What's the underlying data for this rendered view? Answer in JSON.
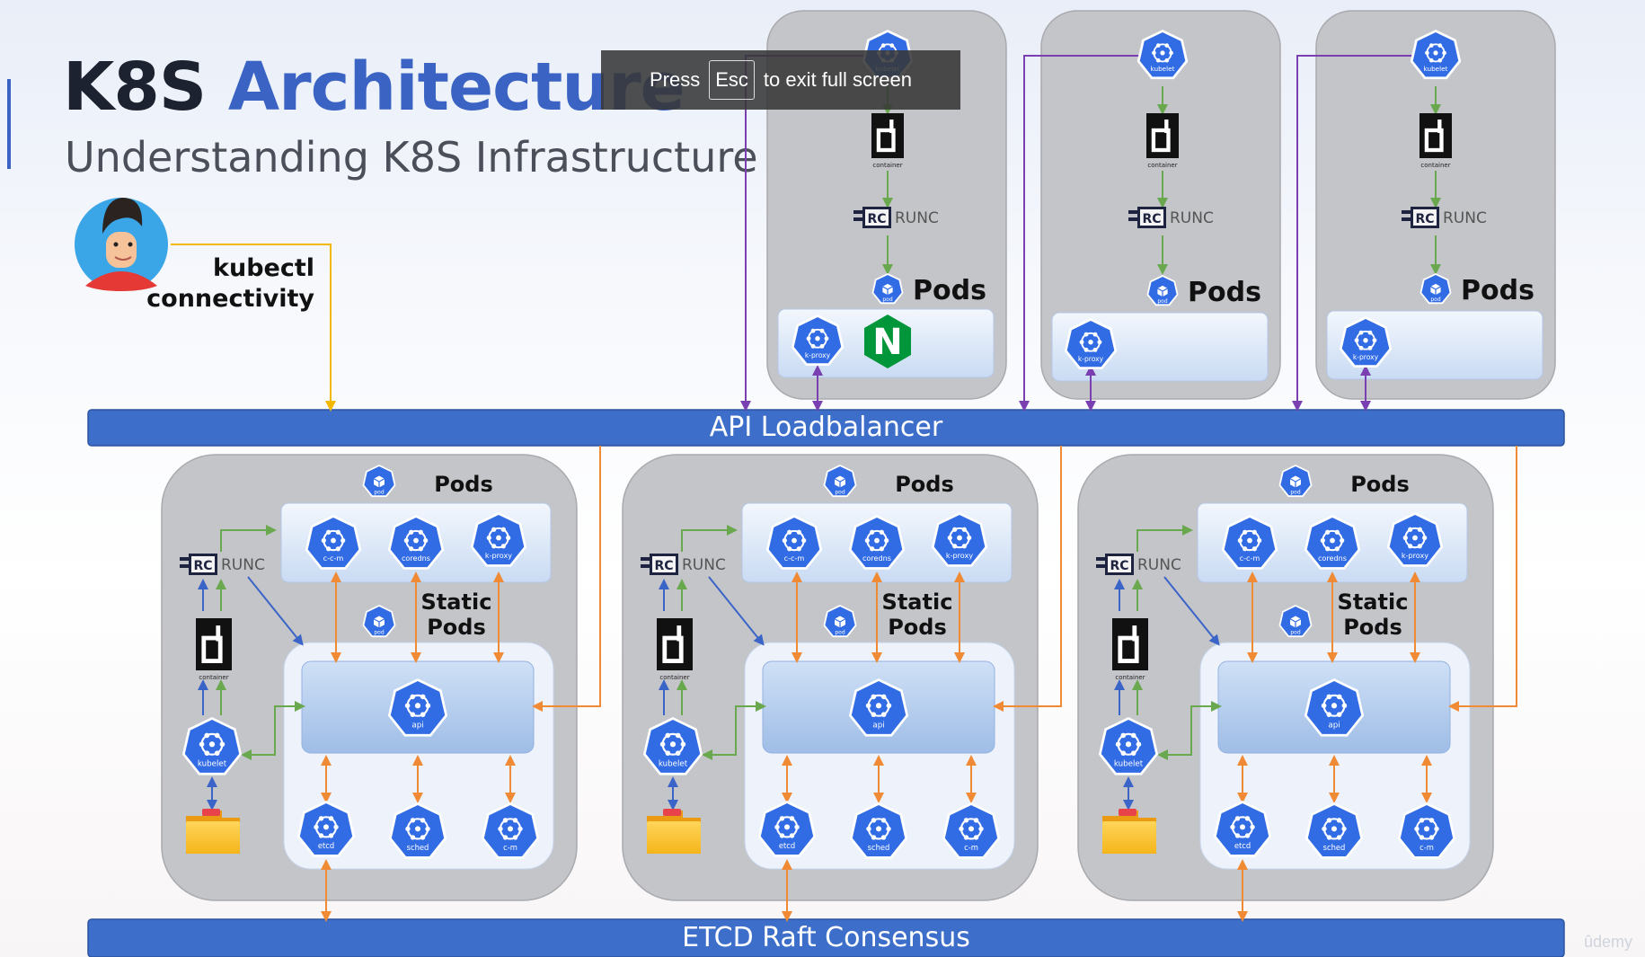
{
  "title": {
    "part1": "K8S",
    "part2": "Architecture"
  },
  "subtitle": "Understanding K8S Infrastructure",
  "kubectl": {
    "line1": "kubectl",
    "line2": "connectivity"
  },
  "fullscreen": {
    "press": "Press",
    "key": "Esc",
    "rest": "to exit full screen"
  },
  "api_bar": "API Loadbalancer",
  "etcd_bar": "ETCD Raft Consensus",
  "labels": {
    "pods": "Pods",
    "static_pods_line1": "Static",
    "static_pods_line2": "Pods",
    "runc": "RUNC",
    "container": "container",
    "pod": "pod",
    "kubelet": "kubelet",
    "kproxy": "k-proxy",
    "ccm": "c-c-m",
    "coredns": "coredns",
    "api": "api",
    "etcd": "etcd",
    "sched": "sched",
    "cm": "c-m",
    "nginx": "N",
    "rc": "RC"
  },
  "watermark": "ûdemy",
  "colors": {
    "k8s_blue": "#326ce5",
    "bar_blue": "#3d6fca",
    "node_gray": "#c4c5c9",
    "orange": "#f08a35",
    "green": "#6aa84f",
    "purple": "#7a3fb0",
    "yellow": "#f5b800",
    "nginx_green": "#009639"
  }
}
